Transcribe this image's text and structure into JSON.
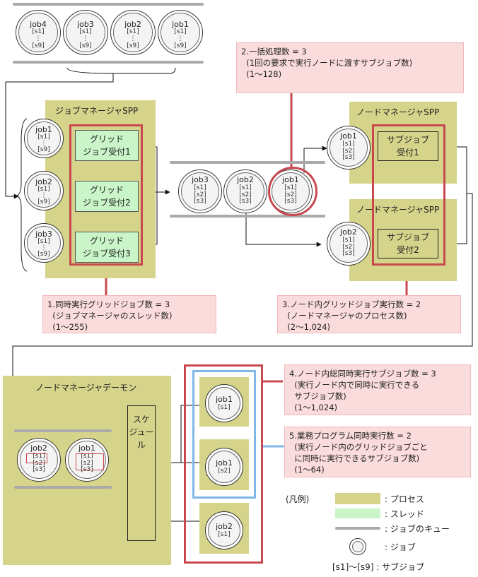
{
  "processes": {
    "job_manager": "ジョブマネージャSPP",
    "node_manager_1": "ノードマネージャSPP",
    "node_manager_2": "ノードマネージャSPP",
    "daemon": "ノードマネージャデーモン"
  },
  "threads": [
    [
      "グリッド",
      "ジョブ受付1"
    ],
    [
      "グリッド",
      "ジョブ受付2"
    ],
    [
      "グリッド",
      "ジョブ受付3"
    ]
  ],
  "subjob_receivers": [
    [
      "サブジョブ",
      "受付1"
    ],
    [
      "サブジョブ",
      "受付2"
    ]
  ],
  "scheduler": [
    "スケ",
    "ジュー",
    "ル"
  ],
  "jobs": {
    "top_queue": [
      {
        "name": "job4",
        "subs": [
          "[s1]",
          "⋮",
          "[s9]"
        ]
      },
      {
        "name": "job3",
        "subs": [
          "[s1]",
          "⋮",
          "[s9]"
        ]
      },
      {
        "name": "job2",
        "subs": [
          "[s1]",
          "⋮",
          "[s9]"
        ]
      },
      {
        "name": "job1",
        "subs": [
          "[s1]",
          "⋮",
          "[s9]"
        ]
      }
    ],
    "manager_jobs": [
      {
        "name": "job1",
        "subs": [
          "[s1]",
          "⋮",
          "[s9]"
        ]
      },
      {
        "name": "job2",
        "subs": [
          "[s1]",
          "⋮",
          "[s9]"
        ]
      },
      {
        "name": "job3",
        "subs": [
          "[s1]",
          "⋮",
          "[s9]"
        ]
      }
    ],
    "mid_queue": [
      {
        "name": "job3",
        "subs": [
          "[s1]",
          "[s2]",
          "[s3]"
        ]
      },
      {
        "name": "job2",
        "subs": [
          "[s1]",
          "[s2]",
          "[s3]"
        ]
      },
      {
        "name": "job1",
        "subs": [
          "[s1]",
          "[s2]",
          "[s3]"
        ]
      }
    ],
    "node_jobs": [
      {
        "name": "job1",
        "subs": [
          "[s1]",
          "[s2]",
          "[s3]"
        ]
      },
      {
        "name": "job2",
        "subs": [
          "[s1]",
          "[s2]",
          "[s3]"
        ]
      }
    ],
    "daemon_queue": [
      {
        "name": "job2",
        "subs": [
          "[s1]",
          "[s2]",
          "[s3]"
        ]
      },
      {
        "name": "job1",
        "subs": [
          "[s1]",
          "[s2]",
          "[s3]"
        ]
      }
    ],
    "exec": [
      {
        "name": "job1",
        "sub": "[s1]"
      },
      {
        "name": "job1",
        "sub": "[s2]"
      },
      {
        "name": "job2",
        "sub": "[s1]"
      }
    ]
  },
  "notes": {
    "n2": "2.一括処理数 = 3\n  (1回の要求で実行ノードに渡すサブジョブ数)\n  (1～128)",
    "n1": "1.同時実行グリッドジョブ数 = 3\n  (ジョブマネージャのスレッド数)\n  (1～255)",
    "n3": "3.ノード内グリッドジョブ実行数 = 2\n  (ノードマネージャのプロセス数)\n  (2～1,024)",
    "n4": "4.ノード内総同時実行サブジョブ数 = 3\n  (実行ノード内で同時に実行できる\n  サブジョブ数)\n  (1～1,024)",
    "n5": "5.業務プログラム同時実行数 = 2\n  (実行ノード内のグリッドジョブごと\n  に同時に実行できるサブジョブ数)\n  (1～64)"
  },
  "legend": {
    "title": "(凡例)",
    "process": ": プロセス",
    "thread": ": スレッド",
    "queue": ": ジョブのキュー",
    "job": ": ジョブ",
    "subjob": "[s1]～[s9] : サブジョブ"
  },
  "colors": {
    "process": "#d6d48a",
    "thread": "#c9f5c9",
    "note": "#fbdcdd",
    "red": "#c9484f",
    "blue": "#7fb8e8"
  }
}
